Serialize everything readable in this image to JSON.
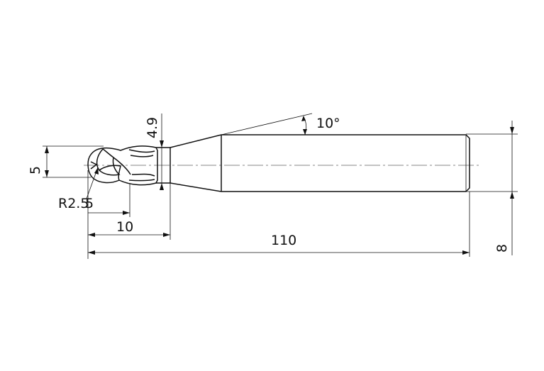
{
  "drawing": {
    "type": "ball end mill technical drawing",
    "dimensions": {
      "overall_length": "110",
      "flute_length": "10",
      "cutting_diameter": "5",
      "cutting_diameter_small": "5",
      "neck_diameter": "4.9",
      "shank_diameter": "8",
      "taper_angle": "10°",
      "ball_radius": "R2.5"
    }
  }
}
